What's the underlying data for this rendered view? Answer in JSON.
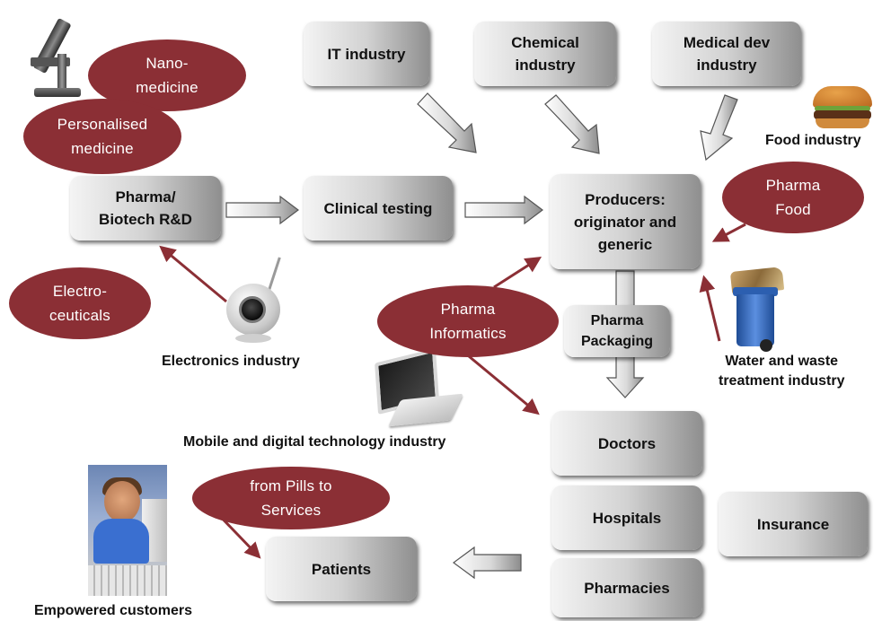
{
  "boxes": [
    {
      "id": "it",
      "text": "IT industry"
    },
    {
      "id": "chem",
      "text": "Chemical\nindustry"
    },
    {
      "id": "meddev",
      "text": "Medical dev\nindustry"
    },
    {
      "id": "rnd",
      "text": "Pharma/\nBiotech R&D"
    },
    {
      "id": "clinical",
      "text": "Clinical testing"
    },
    {
      "id": "producers",
      "text": "Producers:\noriginator and\ngeneric"
    },
    {
      "id": "packaging",
      "text": "Pharma\nPackaging"
    },
    {
      "id": "doctors",
      "text": "Doctors"
    },
    {
      "id": "hospitals",
      "text": "Hospitals"
    },
    {
      "id": "insurance",
      "text": "Insurance"
    },
    {
      "id": "pharmacies",
      "text": "Pharmacies"
    },
    {
      "id": "patients",
      "text": "Patients"
    }
  ],
  "ovals": [
    {
      "id": "nano",
      "text": "Nano-\nmedicine"
    },
    {
      "id": "personalised",
      "text": "Personalised\nmedicine"
    },
    {
      "id": "pharmafood",
      "text": "Pharma\nFood"
    },
    {
      "id": "electro",
      "text": "Electro-\nceuticals"
    },
    {
      "id": "informatics",
      "text": "Pharma\nInformatics"
    },
    {
      "id": "pills",
      "text": "from Pills to\nServices"
    }
  ],
  "labels": [
    {
      "id": "food",
      "text": "Food industry"
    },
    {
      "id": "electronics",
      "text": "Electronics industry"
    },
    {
      "id": "water",
      "text": "Water and waste\ntreatment industry"
    },
    {
      "id": "mobile",
      "text": "Mobile and digital technology industry"
    },
    {
      "id": "empowered",
      "text": "Empowered customers"
    }
  ],
  "icons": [
    "microscope-icon",
    "burger-icon",
    "webcam-icon",
    "waste-bin-icon",
    "laptop-icon",
    "child-at-computer-icon"
  ],
  "colors": {
    "oval_fill": "#8b2f35",
    "oval_text": "#ffffff",
    "connector": "#8b2f35",
    "box_dark": "#8f8f8f",
    "box_light": "#f4f4f4"
  }
}
